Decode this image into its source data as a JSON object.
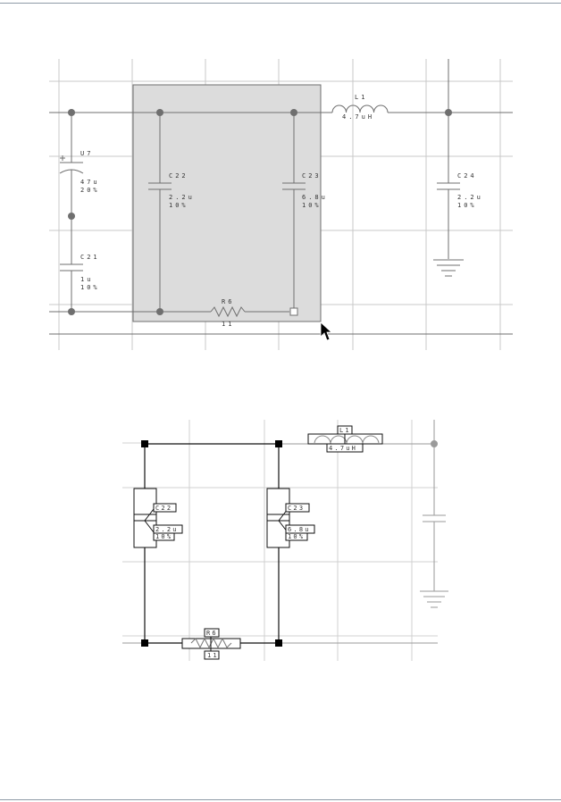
{
  "top_view": {
    "components": {
      "L1": {
        "ref": "L1",
        "value": "4.7uH"
      },
      "U7": {
        "ref": "U7",
        "value": "47u",
        "tol": "20%"
      },
      "C22": {
        "ref": "C22",
        "value": "2.2u",
        "tol": "10%"
      },
      "C23": {
        "ref": "C23",
        "value": "6.8u",
        "tol": "10%"
      },
      "C24": {
        "ref": "C24",
        "value": "2.2u",
        "tol": "10%"
      },
      "C21": {
        "ref": "C21",
        "value": "1u",
        "tol": "10%"
      },
      "R6": {
        "ref": "R6",
        "value": "11"
      }
    }
  },
  "bottom_view": {
    "components": {
      "L1": {
        "ref": "L1",
        "value": "4.7uH"
      },
      "C22": {
        "ref": "C22",
        "value": "2.2u",
        "tol": "10%"
      },
      "C23": {
        "ref": "C23",
        "value": "6.8u",
        "tol": "10%"
      },
      "R6": {
        "ref": "R6",
        "value": "11"
      }
    }
  },
  "colors": {
    "grid": "#c8c8c8",
    "wire": "#6f6f6f",
    "selection_fill": "#dcdcdc",
    "junction": "#6f6f6f",
    "handle": "#000000",
    "rule": "#8e9aa6"
  },
  "icons": {
    "cursor": "arrow-pointer-icon"
  }
}
